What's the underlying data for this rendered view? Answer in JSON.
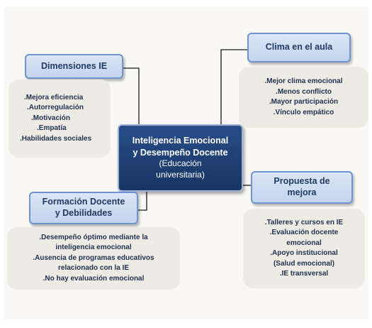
{
  "central": {
    "line1": "Inteligencia Emocional",
    "line2": "y Desempeño Docente",
    "line3": "(Educación",
    "line4": "universitaria)"
  },
  "topics": {
    "dimensiones": {
      "title": "Dimensiones IE",
      "items": [
        ".Mejora eficiencia",
        ".Autorregulación",
        ".Motivación",
        ".Empatía",
        ".Habilidades sociales"
      ]
    },
    "clima": {
      "title": "Clima en el aula",
      "items": [
        ".Mejor clima emocional",
        ".Menos conflicto",
        ".Mayor participación",
        ".Vínculo empático"
      ]
    },
    "formacion": {
      "title_line1": "Formación Docente",
      "title_line2": "y Debilidades",
      "items": [
        ".Desempeño óptimo mediante la",
        "inteligencia emocional",
        ".Ausencia de programas educativos",
        "relacionado con la IE",
        ".No hay evaluación emocional"
      ]
    },
    "propuesta": {
      "title_line1": "Propuesta de",
      "title_line2": "mejora",
      "items": [
        ".Talleres y cursos en IE",
        ".Evaluación docente",
        "emocional",
        ".Apoyo institucional",
        "(Salud emocional)",
        ".IE transversal"
      ]
    }
  },
  "colors": {
    "central_fill": "#1f3f73",
    "topic_fill": "#c9d8f0",
    "topic_border": "#6f93cf",
    "bubble_fill": "#edebe4",
    "connector": "#1a1a1a"
  }
}
